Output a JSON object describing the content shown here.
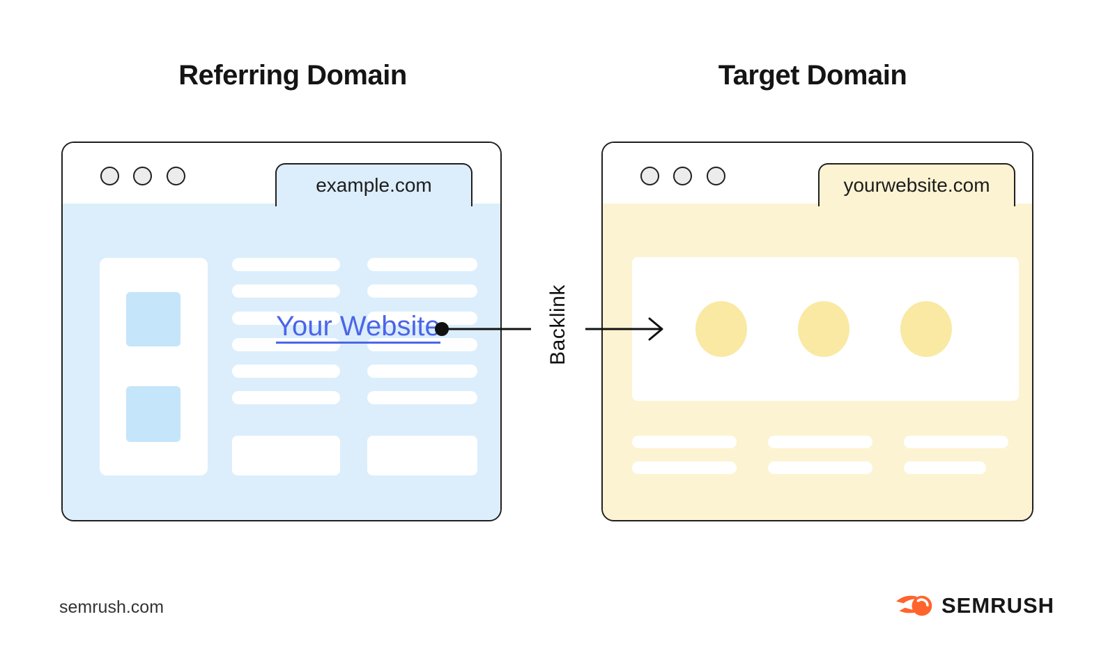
{
  "diagram": {
    "left_panel": {
      "title": "Referring Domain",
      "tab_label": "example.com",
      "link_text": "Your Website"
    },
    "right_panel": {
      "title": "Target Domain",
      "tab_label": "yourwebsite.com"
    },
    "arrow_label": "Backlink"
  },
  "footer": {
    "source_text": "semrush.com",
    "brand_name": "SEMRUSH"
  },
  "colors": {
    "referring_body": "#dceefb",
    "referring_accent": "#c5e5fa",
    "target_body": "#fcf3d2",
    "target_accent": "#f9e9a3",
    "link_blue": "#4b65ea",
    "outline_black": "#1f1f1f",
    "brand_orange": "#ff642d"
  }
}
